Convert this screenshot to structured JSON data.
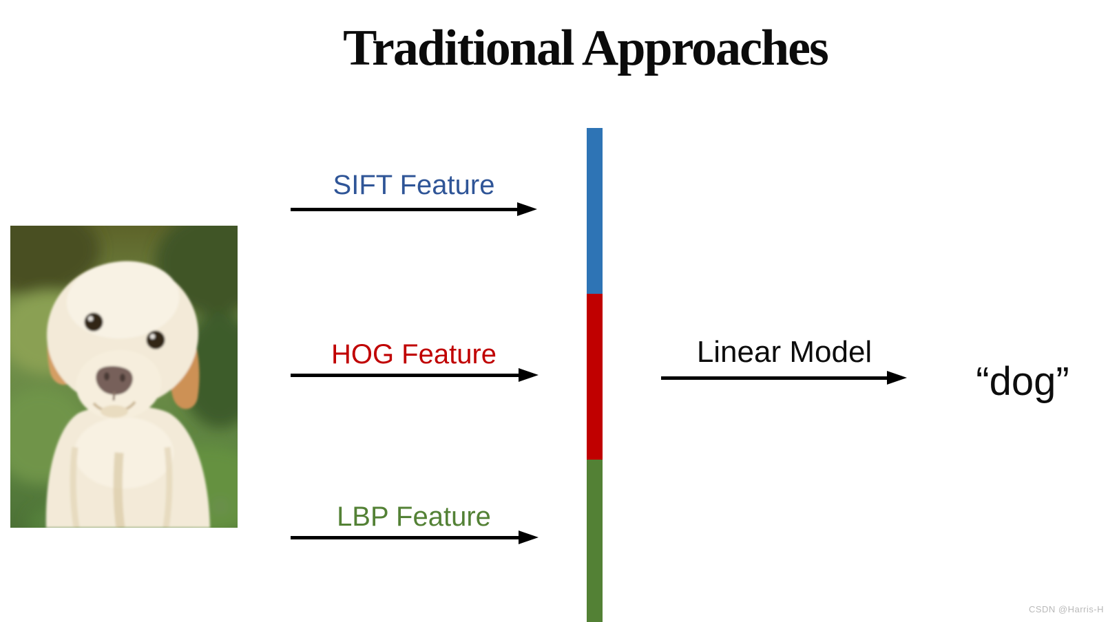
{
  "slide": {
    "title": "Traditional Approaches",
    "watermark": "CSDN @Harris-H"
  },
  "input": {
    "image_alt": "yellow labrador puppy sitting on green grass"
  },
  "features": [
    {
      "id": "sift",
      "label": "SIFT Feature",
      "text_color": "#2F5597",
      "segment_color": "#2E74B5"
    },
    {
      "id": "hog",
      "label": "HOG Feature",
      "text_color": "#C00000",
      "segment_color": "#C00000"
    },
    {
      "id": "lbp",
      "label": "LBP Feature",
      "text_color": "#538135",
      "segment_color": "#538135"
    }
  ],
  "classifier": {
    "label": "Linear Model"
  },
  "prediction": {
    "label": "“dog”"
  },
  "colors": {
    "arrow": "#000000",
    "title_text": "#0b0b0b",
    "watermark_text": "#b9b9b9",
    "background": "#ffffff"
  }
}
